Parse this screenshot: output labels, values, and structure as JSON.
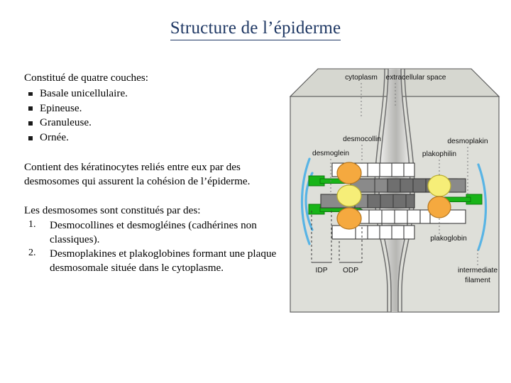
{
  "slide": {
    "title": "Structure de l’épiderme",
    "title_color": "#1F3864",
    "background": "#FFFFFF"
  },
  "content": {
    "intro_heading": "Constitué de quatre couches:",
    "layers": [
      "Basale unicellulaire.",
      "Epineuse.",
      "Granuleuse.",
      "Ornée."
    ],
    "paragraph": "Contient des kératinocytes reliés entre eux par des desmosomes qui assurent la cohésion de l’épiderme.",
    "components_heading": "Les desmosomes sont constitués par des:",
    "components": [
      {
        "number": "1.",
        "text": "Desmocollines et desmogléines (cadhérines non classiques)."
      },
      {
        "number": "2.",
        "text": "Desmoplakines et plakoglobines formant une plaque desmosomale située dans le cytoplasme."
      }
    ]
  },
  "diagram": {
    "name": "desmosome-structure-diagram",
    "labels": {
      "cytoplasm": "cytoplasm",
      "extracellular_space": "extracellular space",
      "desmocollin": "desmocollin",
      "desmoglein": "desmoglein",
      "desmoplakin": "desmoplakin",
      "plakophilin": "plakophilin",
      "plakoglobin": "plakoglobin",
      "intermediate_filament_line1": "intermediate",
      "intermediate_filament_line2": "filament",
      "idp": "IDP",
      "odp": "ODP"
    },
    "colors": {
      "cell_body": "#DEDFD9",
      "cell_top": "#D4D5CE",
      "outline": "#555555",
      "membrane_gray": "#BDBDBD",
      "filament_blue": "#58B4E5",
      "desmoplakin_green": "#18B418",
      "plakophilin_yellow": "#F6EE78",
      "plakoglobin_orange": "#F5A93F",
      "plaque_gray": "#8A8A8A",
      "cadherin_white": "#FFFFFF"
    }
  }
}
